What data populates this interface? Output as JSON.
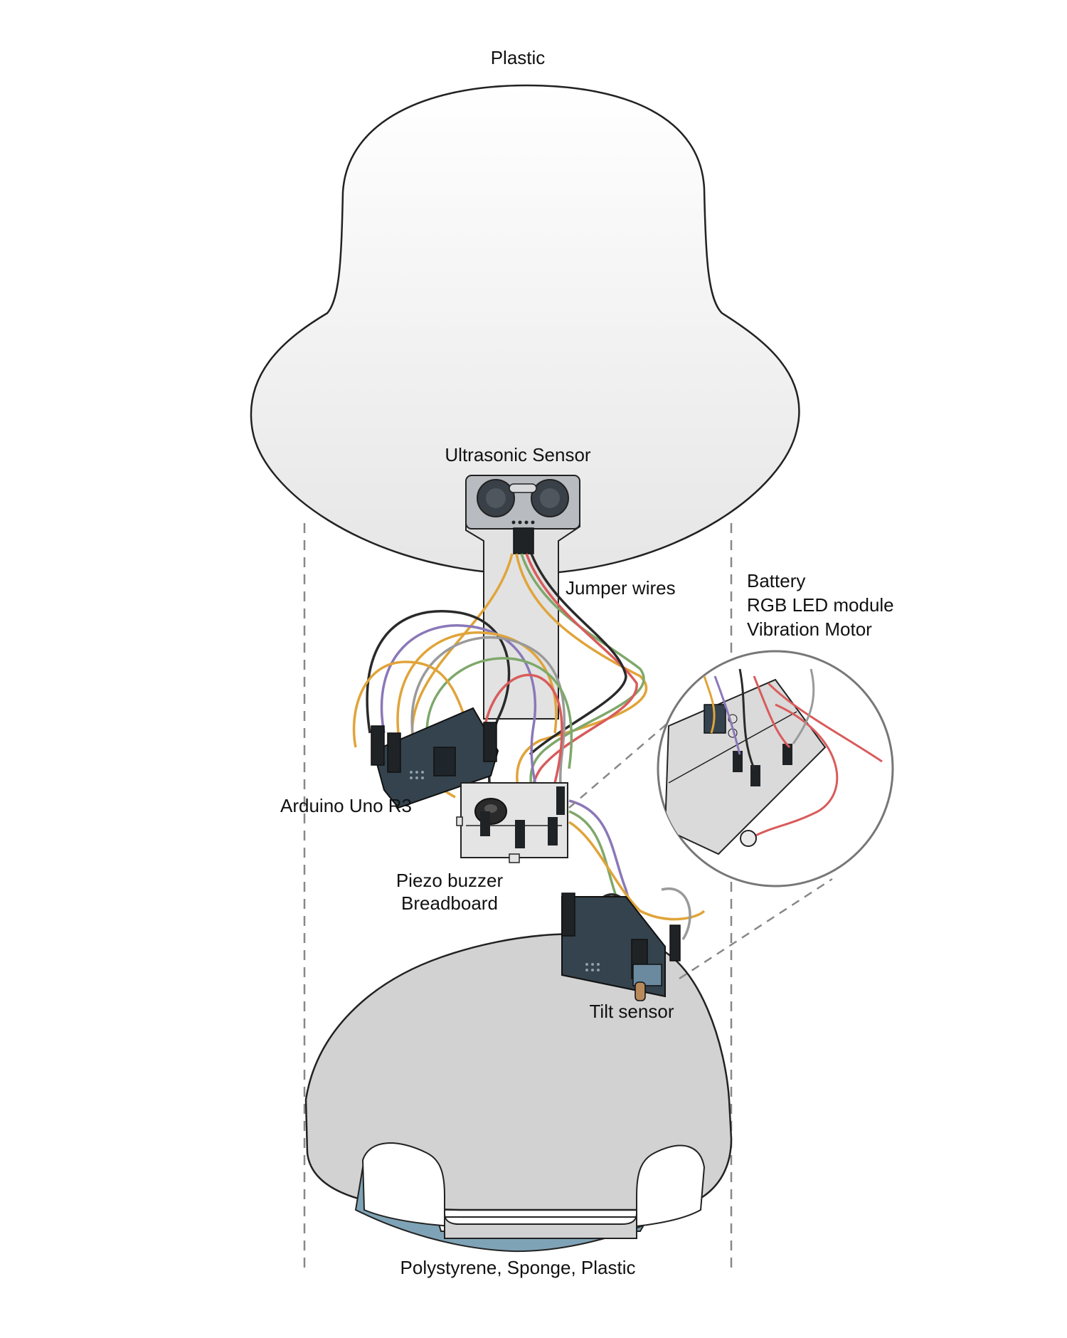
{
  "labels": {
    "top_material": "Plastic",
    "ultrasonic": "Ultrasonic Sensor",
    "jumper": "Jumper wires",
    "battery": "Battery",
    "rgb": "RGB LED module",
    "vibration": "Vibration Motor",
    "arduino": "Arduino Uno R3",
    "piezo": "Piezo buzzer",
    "breadboard": "Breadboard",
    "tilt": "Tilt sensor",
    "bottom_material": "Polystyrene, Sponge, Plastic"
  },
  "colors": {
    "shell": "#ececec",
    "base": "#d2d2d2",
    "base_blue": "#7fa3b6",
    "board": "#34434d",
    "outline": "#222222",
    "wire_orange": "#e0a43a",
    "wire_purple": "#8a78b8",
    "wire_green": "#7ea86a",
    "wire_red": "#d95b5b",
    "wire_grey": "#9a9a9a",
    "wire_black": "#2a2a2a"
  }
}
